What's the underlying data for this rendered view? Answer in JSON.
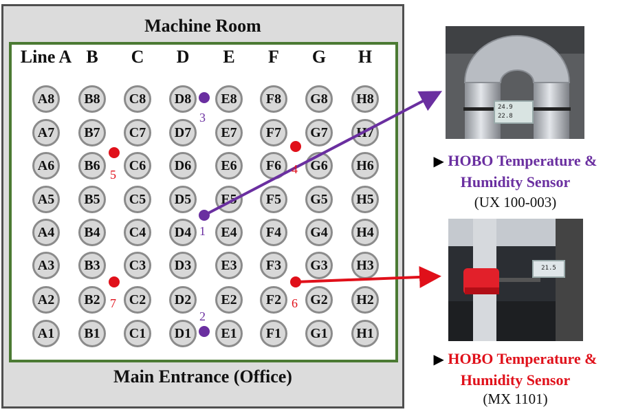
{
  "room": {
    "title": "Machine Room",
    "entrance": "Main Entrance (Office)"
  },
  "columns": [
    "Line A",
    "B",
    "C",
    "D",
    "E",
    "F",
    "G",
    "H"
  ],
  "rows": [
    "8",
    "7",
    "6",
    "5",
    "4",
    "3",
    "2",
    "1"
  ],
  "letters": [
    "A",
    "B",
    "C",
    "D",
    "E",
    "F",
    "G",
    "H"
  ],
  "sensors": [
    {
      "num": "1",
      "color": "#6a2fa0",
      "model": "ux",
      "near": "D4"
    },
    {
      "num": "2",
      "color": "#6a2fa0",
      "model": "ux",
      "near": "D1"
    },
    {
      "num": "3",
      "color": "#6a2fa0",
      "model": "ux",
      "near": "D8"
    },
    {
      "num": "4",
      "color": "#e0101a",
      "model": "mx",
      "near": "F7"
    },
    {
      "num": "5",
      "color": "#e0101a",
      "model": "mx",
      "near": "B7"
    },
    {
      "num": "6",
      "color": "#e0101a",
      "model": "mx",
      "near": "F3"
    },
    {
      "num": "7",
      "color": "#e0101a",
      "model": "mx",
      "near": "B3"
    }
  ],
  "sensor_ux": {
    "marker": "▶",
    "title_line1": "HOBO Temperature &",
    "title_line2": "Humidity Sensor",
    "model": "(UX 100-003)",
    "color": "#6a2fa0",
    "display_top": "24.9",
    "display_bottom": "22.8"
  },
  "sensor_mx": {
    "marker": "▶",
    "title_line1": "HOBO Temperature &",
    "title_line2": "Humidity Sensor",
    "model": "(MX 1101)",
    "color": "#e0101a",
    "display_top": "21.5"
  }
}
